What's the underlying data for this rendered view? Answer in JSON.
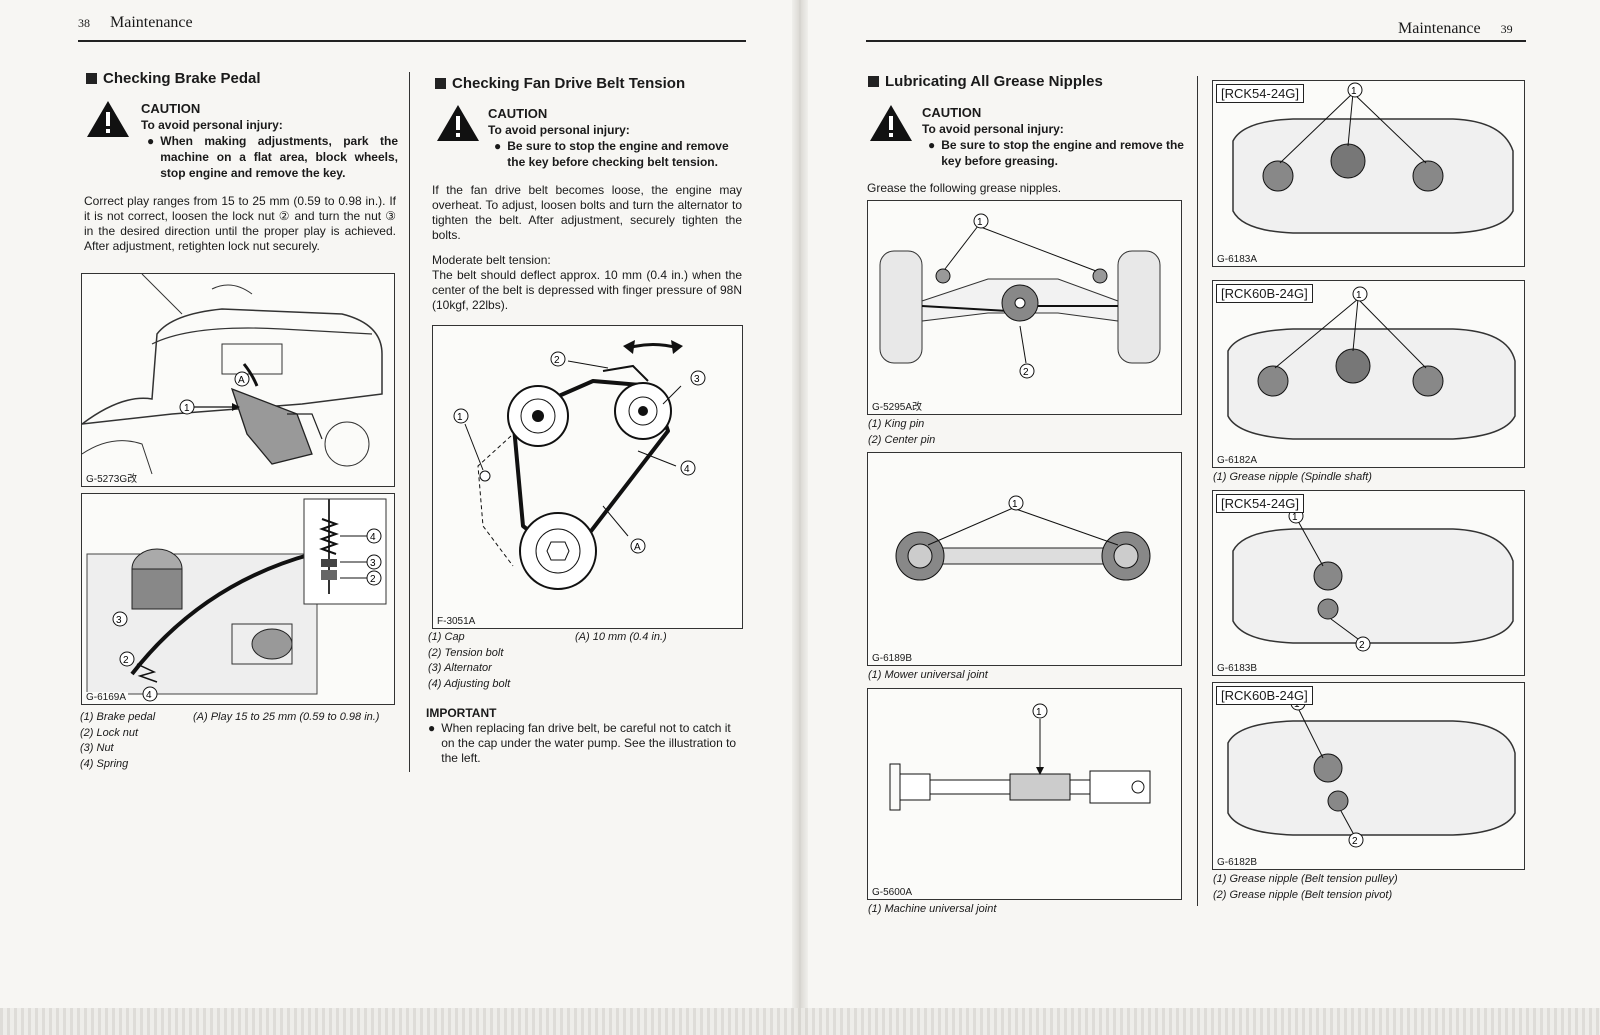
{
  "left_page": {
    "page_number": "38",
    "header": "Maintenance",
    "brake_section": {
      "title": "Checking Brake Pedal",
      "caution_heading": "CAUTION",
      "caution_sub": "To avoid personal injury:",
      "caution_bullet": "When making adjustments, park the machine on a flat area, block wheels, stop engine and remove the key.",
      "body": "Correct play ranges from 15 to 25 mm (0.59 to 0.98 in.). If it is not correct, loosen the lock nut ② and turn the nut ③ in the desired direction until the proper play is achieved. After adjustment, retighten lock nut securely.",
      "fig1_code": "G-5273G改",
      "fig2_code": "G-6169A",
      "captions": [
        "(1) Brake pedal",
        "(2) Lock nut",
        "(3) Nut",
        "(4) Spring"
      ],
      "caption_a": "(A) Play 15 to 25 mm (0.59 to 0.98 in.)"
    },
    "fan_section": {
      "title": "Checking Fan Drive Belt Tension",
      "caution_heading": "CAUTION",
      "caution_sub": "To avoid personal injury:",
      "caution_bullet": "Be sure to stop the engine and remove the key before checking belt tension.",
      "body1": "If the fan drive belt becomes loose, the engine may overheat. To adjust, loosen bolts and turn the alternator to tighten the belt. After adjustment, securely tighten the bolts.",
      "body2_heading": "Moderate belt tension:",
      "body2": "The belt should deflect approx. 10 mm (0.4 in.) when the center of the belt is depressed with finger pressure of 98N (10kgf, 22lbs).",
      "fig_code": "F-3051A",
      "captions": [
        "(1) Cap",
        "(2) Tension bolt",
        "(3) Alternator",
        "(4) Adjusting bolt"
      ],
      "caption_a": "(A) 10 mm (0.4 in.)",
      "important_heading": "IMPORTANT",
      "important_text": "When replacing fan drive belt, be careful not to catch it on the cap under the water pump. See the illustration to the left."
    }
  },
  "right_page": {
    "page_number": "39",
    "header": "Maintenance",
    "grease_section": {
      "title": "Lubricating All Grease Nipples",
      "caution_heading": "CAUTION",
      "caution_sub": "To avoid personal injury:",
      "caution_bullet": "Be sure to stop the engine and remove the key before greasing.",
      "intro": "Grease the following grease nipples.",
      "fig1_code": "G-5295A改",
      "fig1_captions": [
        "(1) King pin",
        "(2) Center pin"
      ],
      "fig2_code": "G-6189B",
      "fig2_captions": [
        "(1) Mower universal joint"
      ],
      "fig3_code": "G-5600A",
      "fig3_captions": [
        "(1) Machine universal joint"
      ]
    },
    "mower_figs": [
      {
        "model": "[RCK54-24G]",
        "code": "G-6183A"
      },
      {
        "model": "[RCK60B-24G]",
        "code": "G-6182A"
      },
      {
        "model": "[RCK54-24G]",
        "code": "G-6183B"
      },
      {
        "model": "[RCK60B-24G]",
        "code": "G-6182B"
      }
    ],
    "mower_caption_top": "(1) Grease nipple (Spindle shaft)",
    "mower_captions_bottom": [
      "(1) Grease nipple (Belt tension pulley)",
      "(2) Grease nipple (Belt tension pivot)"
    ]
  },
  "callouts": [
    "①",
    "②",
    "③",
    "④",
    "Ⓐ"
  ]
}
